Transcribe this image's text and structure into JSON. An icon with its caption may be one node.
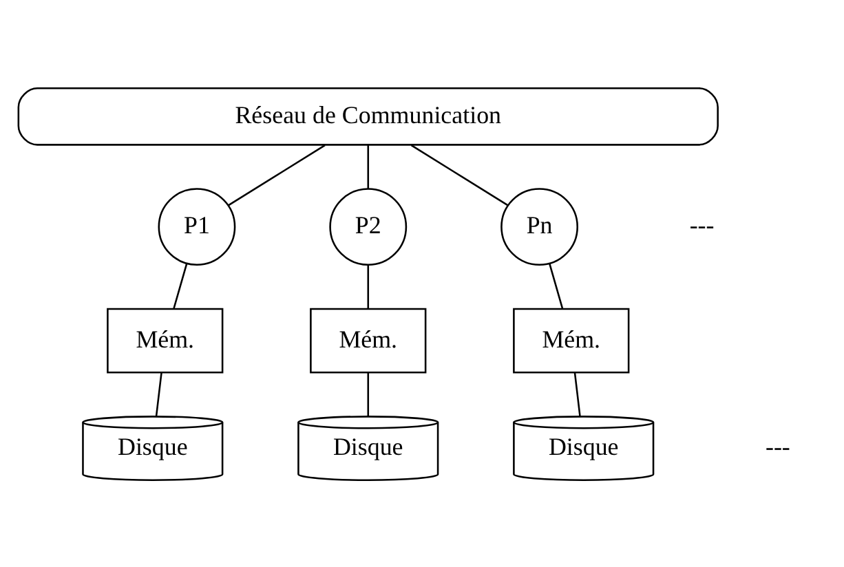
{
  "diagram": {
    "nodes": [
      {
        "text": [
          "Réseau de Communication"
        ]
      },
      {
        "text": [
          "P1"
        ]
      },
      {
        "text": [
          "P2"
        ]
      },
      {
        "text": [
          "Pn"
        ]
      },
      {
        "text": [
          "Mém."
        ]
      },
      {
        "text": [
          "Mém."
        ]
      },
      {
        "text": [
          "Mém."
        ]
      },
      {
        "text": [
          "Disque"
        ]
      },
      {
        "text": [
          "Disque"
        ]
      },
      {
        "text": [
          "Disque"
        ]
      }
    ],
    "edges": [
      {
        "from": 0,
        "to": 1,
        "arrow": "none"
      },
      {
        "from": 0,
        "to": 2,
        "arrow": "none"
      },
      {
        "from": 0,
        "to": 3,
        "arrow": "none"
      },
      {
        "from": 1,
        "to": 4,
        "arrow": "none"
      },
      {
        "from": 2,
        "to": 5,
        "arrow": "none"
      },
      {
        "from": 3,
        "to": 6,
        "arrow": "none"
      },
      {
        "from": 4,
        "to": 7,
        "arrow": "none"
      },
      {
        "from": 5,
        "to": 8,
        "arrow": "none"
      },
      {
        "from": 6,
        "to": 9,
        "arrow": "none"
      }
    ],
    "labels": [
      "---",
      "---"
    ]
  }
}
